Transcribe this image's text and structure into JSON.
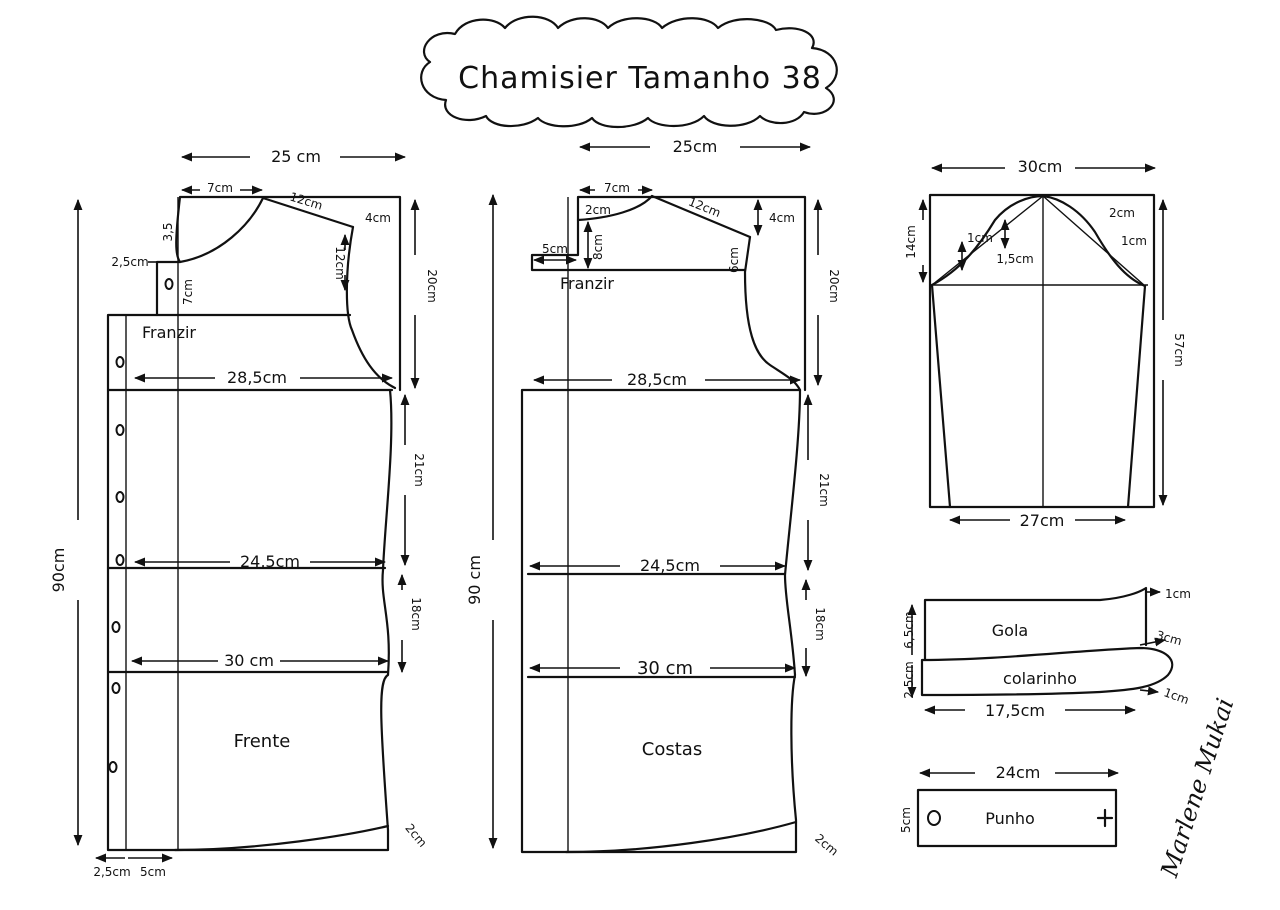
{
  "title": "Chamisier Tamanho 38",
  "front": {
    "name": "Frente",
    "gather": "Franzir",
    "width_top": "25 cm",
    "shoulder_start": "7cm",
    "shoulder": "12cm",
    "shoulder_drop": "4cm",
    "neck_drop": "3,5",
    "neck_side": "2,5cm",
    "collar_drop": "7cm",
    "armhole_depth": "12cm",
    "yoke_height": "20cm",
    "bust": "28,5cm",
    "waist": "24,5cm",
    "hip": "30 cm",
    "bust_to_waist": "21cm",
    "waist_to_hip": "18cm",
    "length": "90cm",
    "hem_curve": "2cm",
    "placket_1": "2,5cm",
    "placket_2": "5cm"
  },
  "back": {
    "name": "Costas",
    "gather": "Franzir",
    "width_top": "25cm",
    "shoulder_start": "7cm",
    "shoulder": "12cm",
    "shoulder_drop": "4cm",
    "neck_drop": "2cm",
    "yoke_side": "5cm",
    "yoke_center": "8cm",
    "armhole_side": "6cm",
    "yoke_height": "20cm",
    "bust": "28,5cm",
    "waist": "24,5cm",
    "hip": "30 cm",
    "bust_to_waist": "21cm",
    "waist_to_hip": "18cm",
    "length": "90 cm",
    "hem_curve": "2cm"
  },
  "sleeve": {
    "width_top": "30cm",
    "cap_height": "14cm",
    "cap_1": "1cm",
    "cap_2": "1,5cm",
    "cap_3": "2cm",
    "cap_4": "1cm",
    "length": "57cm",
    "width_bottom": "27cm"
  },
  "collar": {
    "gola": "Gola",
    "colarinho": "colarinho",
    "gola_height": "6,5cm",
    "colarinho_height": "2,5cm",
    "tip_up": "1cm",
    "tip_ext": "3cm",
    "tip_down": "1cm",
    "length": "17,5cm"
  },
  "cuff": {
    "name": "Punho",
    "length": "24cm",
    "height": "5cm"
  },
  "signature": "Marlene Mukai"
}
